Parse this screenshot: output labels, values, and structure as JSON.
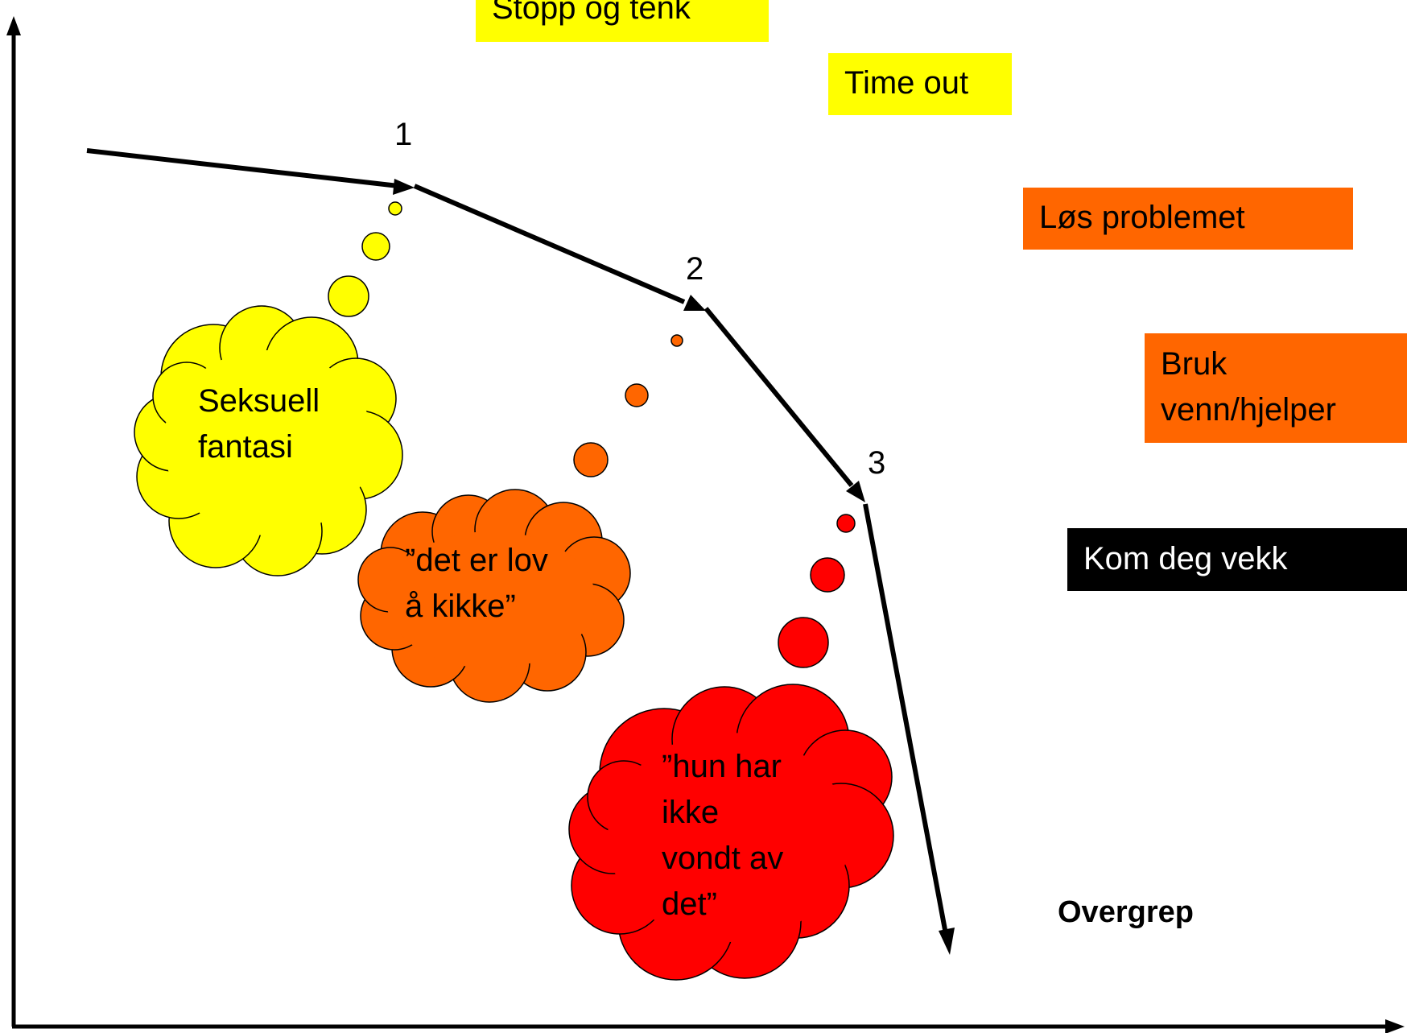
{
  "actions": {
    "stop_and_think": "Stopp og tenk",
    "time_out": "Time out",
    "solve_problem": "Løs problemet",
    "use_friend": "Bruk\nvenn/hjelper",
    "get_away": "Kom deg vekk"
  },
  "steps": {
    "step1": "1",
    "step2": "2",
    "step3": "3"
  },
  "thoughts": {
    "fantasy": "Seksuell\nfantasi",
    "allowed": "”det er lov\nå kikke”",
    "no_pain": "”hun har\nikke\nvondt av\ndet”"
  },
  "outcome": "Overgrep",
  "colors": {
    "yellow": "#ffff00",
    "orange": "#ff6600",
    "red": "#ff0000",
    "black": "#000000",
    "white": "#ffffff"
  }
}
